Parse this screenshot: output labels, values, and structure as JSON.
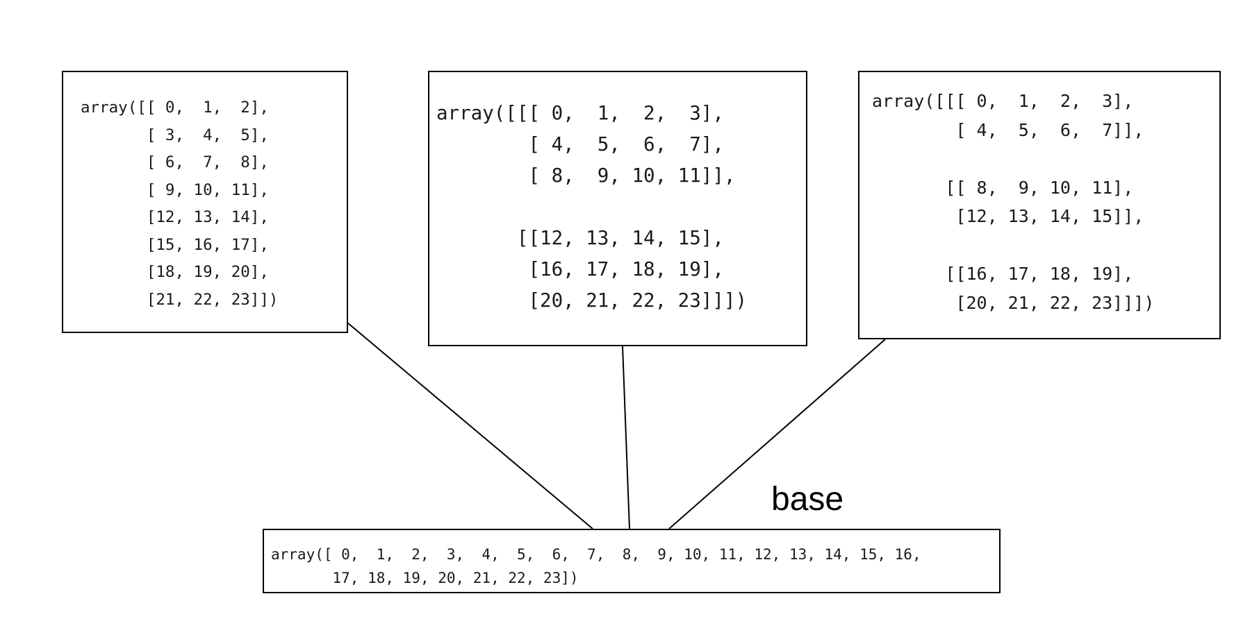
{
  "base_label": "base",
  "boxes": {
    "reshape_2d": "array([[ 0,  1,  2],\n       [ 3,  4,  5],\n       [ 6,  7,  8],\n       [ 9, 10, 11],\n       [12, 13, 14],\n       [15, 16, 17],\n       [18, 19, 20],\n       [21, 22, 23]])",
    "reshape_3d_a": "array([[[ 0,  1,  2,  3],\n        [ 4,  5,  6,  7],\n        [ 8,  9, 10, 11]],\n\n       [[12, 13, 14, 15],\n        [16, 17, 18, 19],\n        [20, 21, 22, 23]]])",
    "reshape_3d_b": "array([[[ 0,  1,  2,  3],\n        [ 4,  5,  6,  7]],\n\n       [[ 8,  9, 10, 11],\n        [12, 13, 14, 15]],\n\n       [[16, 17, 18, 19],\n        [20, 21, 22, 23]]])",
    "base": "array([ 0,  1,  2,  3,  4,  5,  6,  7,  8,  9, 10, 11, 12, 13, 14, 15, 16,\n       17, 18, 19, 20, 21, 22, 23])"
  }
}
